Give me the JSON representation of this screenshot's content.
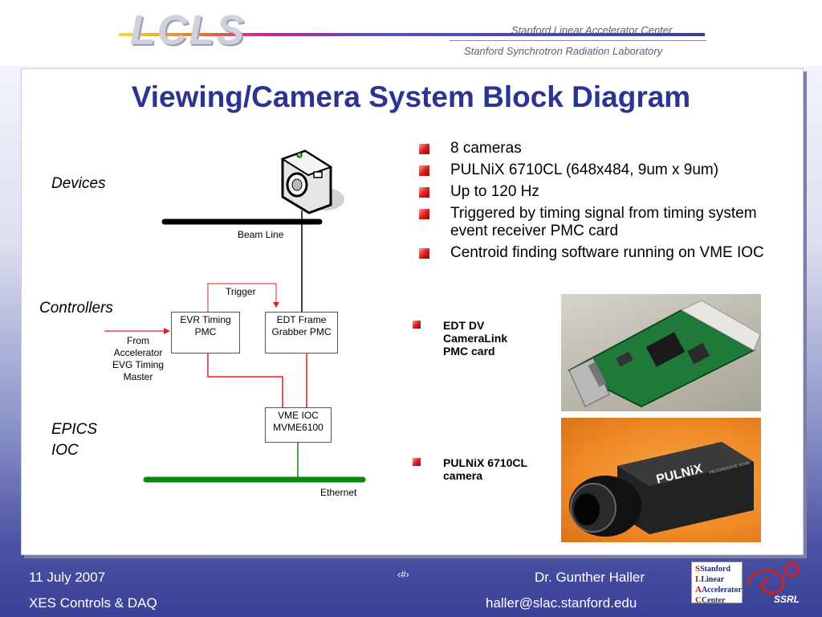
{
  "header": {
    "logo": "LCLS",
    "line1": "Stanford Linear Accelerator Center",
    "line2": "Stanford Synchrotron Radiation Laboratory"
  },
  "title": "Viewing/Camera System Block Diagram",
  "diagram": {
    "tiers": {
      "devices": "Devices",
      "controllers": "Controllers",
      "epics_ioc": "EPICS\nIOC"
    },
    "beam_line_label": "Beam Line",
    "trigger_label": "Trigger",
    "evr_box": "EVR Timing\nPMC",
    "edt_box": "EDT Frame\nGrabber PMC",
    "vme_box": "VME IOC\nMVME6100",
    "from_label": "From\nAccelerator\nEVG Timing\nMaster",
    "ethernet_label": "Ethernet",
    "colors": {
      "beam_line": "#000000",
      "trigger": "#e02020",
      "ethernet": "#0a8a0a"
    }
  },
  "bullets": [
    "8 cameras",
    "PULNiX 6710CL (648x484, 9um x 9um)",
    "Up to 120 Hz",
    "Triggered by timing signal from timing system event receiver PMC card",
    "Centroid finding software running on VME IOC"
  ],
  "captions": {
    "board": "EDT DV\nCameraLink\nPMC card",
    "camera": "PULNiX 6710CL\ncamera"
  },
  "photos": {
    "camera_brand": "PULNiX",
    "camera_model": "PROGRESSIVE SCAN"
  },
  "footer": {
    "date": "11 July 2007",
    "page": "‹#›",
    "author": "Dr. Gunther Haller",
    "course": "XES Controls & DAQ",
    "email": "haller@slac.stanford.edu",
    "slac_logo": [
      "Stanford",
      "Linear",
      "Accelerator",
      "Center"
    ],
    "ssrl_logo": "SSRL"
  }
}
